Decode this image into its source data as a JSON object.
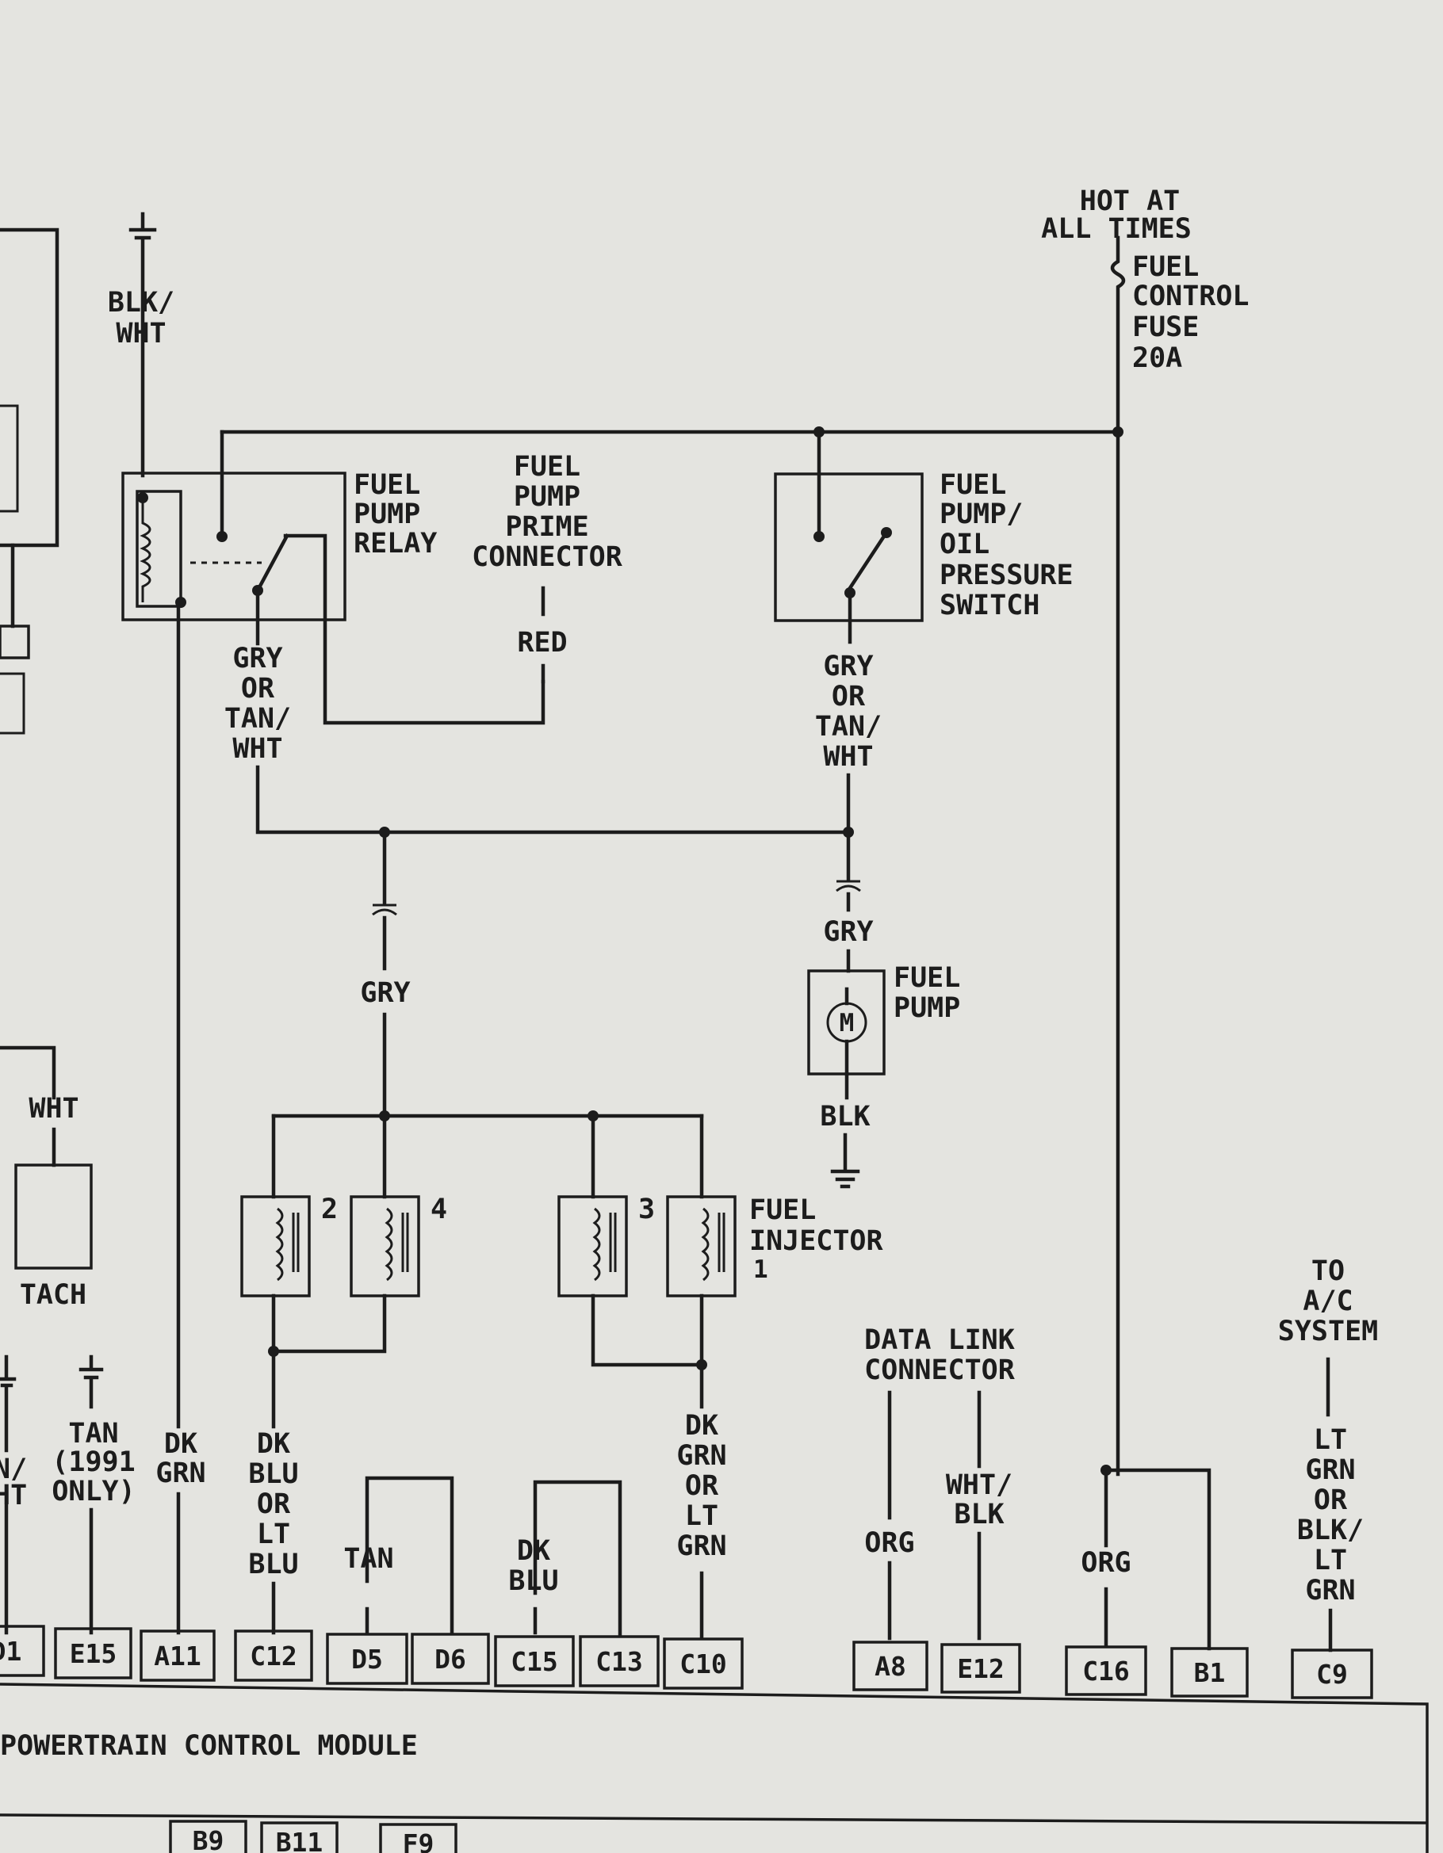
{
  "supply": {
    "lines": [
      "HOT AT",
      "ALL TIMES"
    ]
  },
  "fuse": {
    "lines": [
      "FUEL",
      "CONTROL",
      "FUSE",
      "20A"
    ]
  },
  "relay": {
    "lines": [
      "FUEL",
      "PUMP",
      "RELAY"
    ]
  },
  "prime_connector": {
    "lines": [
      "FUEL",
      "PUMP",
      "PRIME",
      "CONNECTOR"
    ]
  },
  "pressure_switch": {
    "lines": [
      "FUEL",
      "PUMP/",
      "OIL",
      "PRESSURE",
      "SWITCH"
    ]
  },
  "fuel_pump": {
    "lines": [
      "FUEL",
      "PUMP"
    ],
    "motor_symbol": "M"
  },
  "injectors": {
    "numbers": [
      "2",
      "4",
      "3",
      "1"
    ],
    "label_lines": [
      "FUEL",
      "INJECTOR"
    ]
  },
  "data_link": {
    "lines": [
      "DATA  LINK",
      "CONNECTOR"
    ]
  },
  "ac_system": {
    "lines": [
      "TO",
      "A/C",
      "SYSTEM"
    ]
  },
  "tach": {
    "label": "TACH"
  },
  "pcm": {
    "label": "POWERTRAIN  CONTROL  MODULE"
  },
  "wires": {
    "blk_wht_top": [
      "BLK/",
      "WHT"
    ],
    "relay_out": [
      "GRY",
      "OR",
      "TAN/",
      "WHT"
    ],
    "switch_out": [
      "GRY",
      "OR",
      "TAN/",
      "WHT"
    ],
    "red": "RED",
    "gry_inj": "GRY",
    "gry_pump": "GRY",
    "blk_pump": "BLK",
    "wht_tach": "WHT",
    "tan_left": [
      "N/",
      "HT"
    ],
    "tan_1991": [
      "TAN",
      "(1991",
      "ONLY)"
    ],
    "dk_grn": [
      "DK",
      "GRN"
    ],
    "dk_blu_lt_blu": [
      "DK",
      "BLU",
      "OR",
      "LT",
      "BLU"
    ],
    "tan": "TAN",
    "dk_blu": [
      "DK",
      "BLU"
    ],
    "dk_grn_lt_grn": [
      "DK",
      "GRN",
      "OR",
      "LT",
      "GRN"
    ],
    "org_dlc": "ORG",
    "wht_blk": [
      "WHT/",
      "BLK"
    ],
    "org_fuse": "ORG",
    "ac_wire": [
      "LT",
      "GRN",
      "OR",
      "BLK/",
      "LT",
      "GRN"
    ]
  },
  "pins": {
    "top": [
      "D1",
      "E15",
      "A11",
      "C12",
      "D5",
      "D6",
      "C15",
      "C13",
      "C10",
      "A8",
      "E12",
      "C16",
      "B1",
      "C9"
    ],
    "bottom": [
      "B9",
      "B11",
      "F9"
    ]
  }
}
